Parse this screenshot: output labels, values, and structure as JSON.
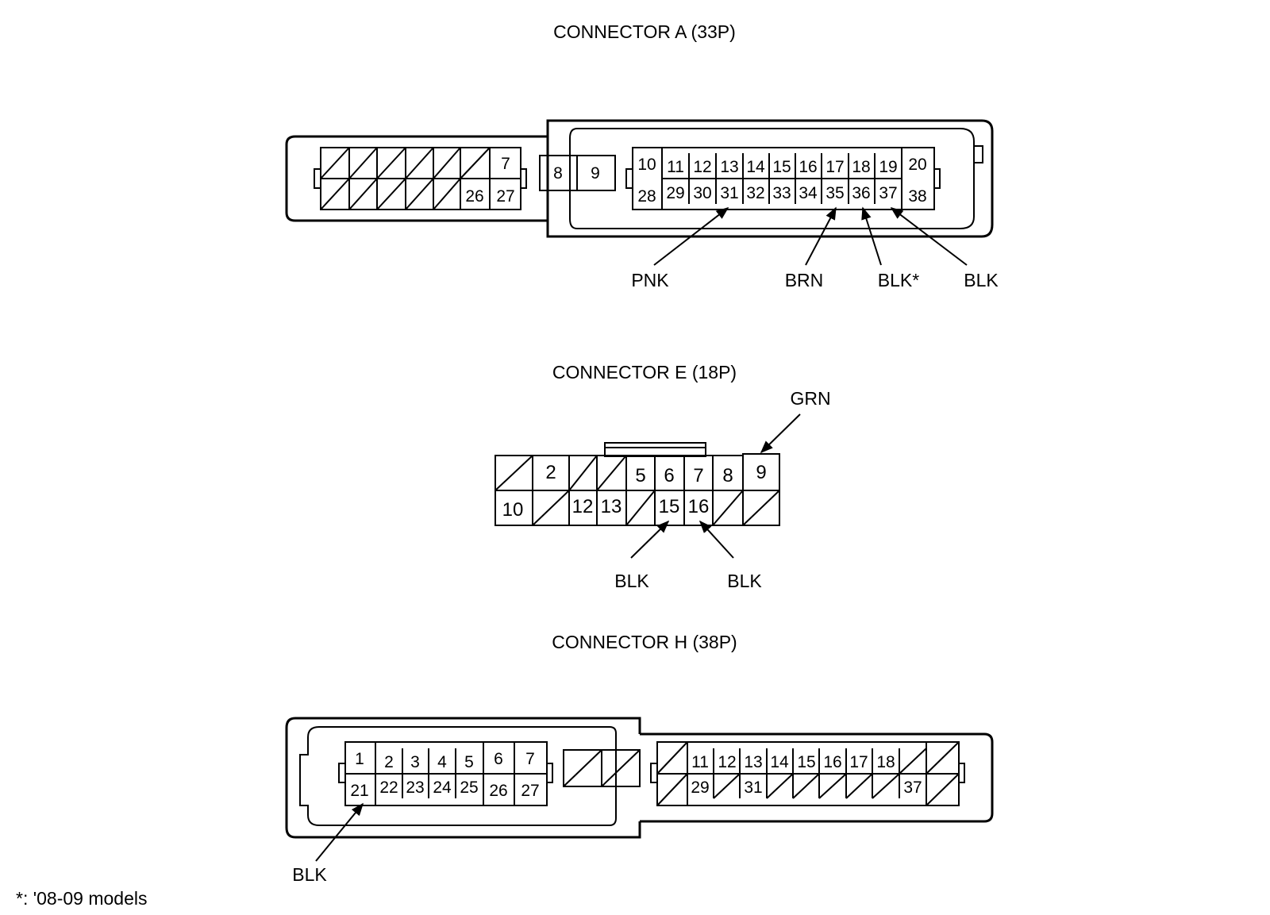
{
  "connectors": {
    "a": {
      "title": "CONNECTOR A (33P)",
      "top_pins": [
        "7",
        "8",
        "9",
        "10",
        "11",
        "12",
        "13",
        "14",
        "15",
        "16",
        "17",
        "18",
        "19",
        "20"
      ],
      "bottom_pins": [
        "26",
        "27",
        "28",
        "29",
        "30",
        "31",
        "32",
        "33",
        "34",
        "35",
        "36",
        "37",
        "38"
      ],
      "wires": [
        "PNK",
        "BRN",
        "BLK*",
        "BLK"
      ]
    },
    "e": {
      "title": "CONNECTOR E (18P)",
      "top_pins": [
        "2",
        "5",
        "6",
        "7",
        "8",
        "9"
      ],
      "bottom_pins": [
        "10",
        "12",
        "13",
        "15",
        "16"
      ],
      "wires": [
        "GRN",
        "BLK",
        "BLK"
      ]
    },
    "h": {
      "title": "CONNECTOR H (38P)",
      "top_pins": [
        "1",
        "2",
        "3",
        "4",
        "5",
        "6",
        "7",
        "11",
        "12",
        "13",
        "14",
        "15",
        "16",
        "17",
        "18"
      ],
      "bottom_pins": [
        "21",
        "22",
        "23",
        "24",
        "25",
        "26",
        "27",
        "29",
        "31",
        "37"
      ],
      "wires": [
        "BLK"
      ]
    }
  },
  "footnote": "*: '08-09 models",
  "colors": {
    "line": "#000000",
    "background": "#ffffff"
  }
}
